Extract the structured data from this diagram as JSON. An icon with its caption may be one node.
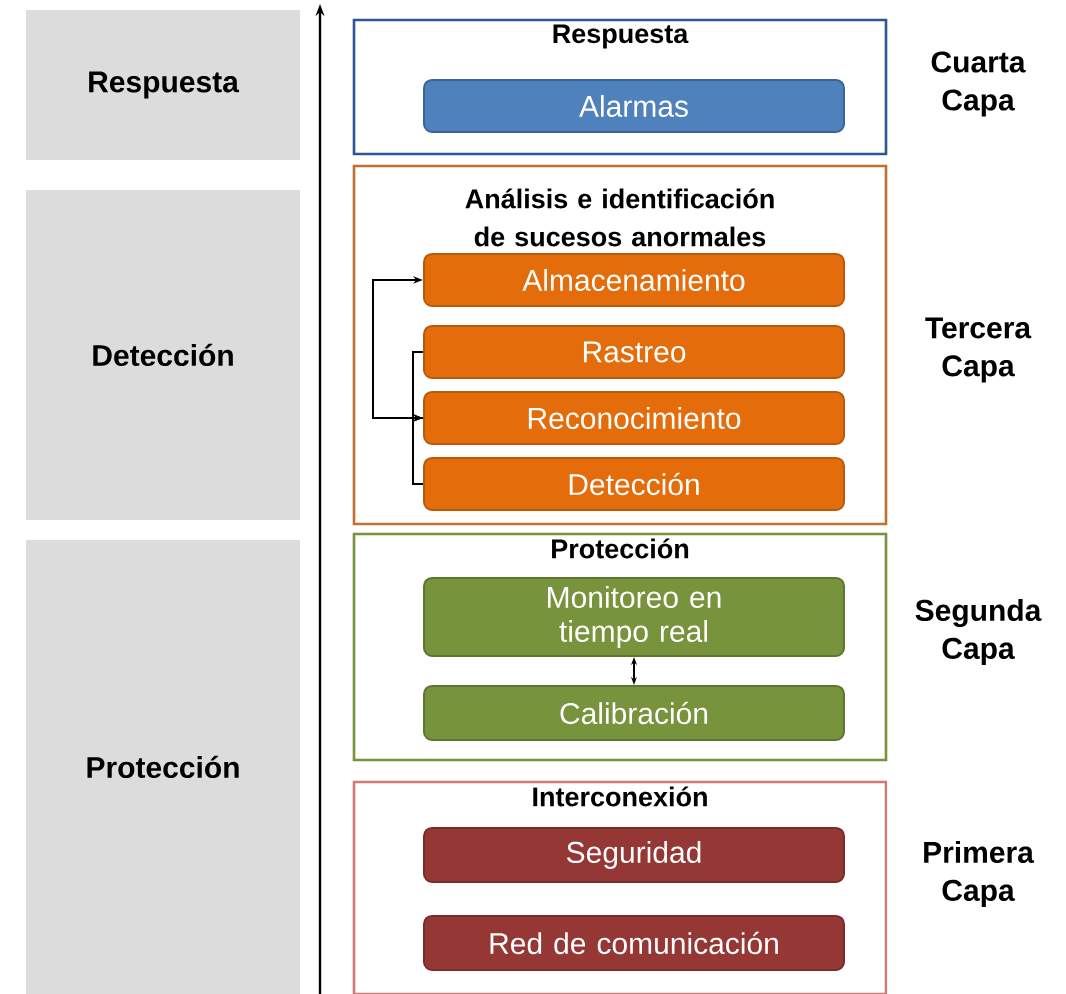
{
  "diagram": {
    "nodes": [
      {
        "text": [
          "Respuesta"
        ]
      },
      {
        "text": [
          "Detección"
        ]
      },
      {
        "text": [
          "Protección"
        ]
      },
      {
        "text": [
          "Respuesta"
        ],
        "beside": [
          "Cuarta Capa"
        ]
      },
      {
        "text": [
          "Alarmas"
        ],
        "in": 3
      },
      {
        "text": [
          "Análisis e identificación de sucesos anormales"
        ],
        "beside": [
          "Tercera Capa"
        ]
      },
      {
        "text": [
          "Almacenamiento"
        ],
        "in": 5
      },
      {
        "text": [
          "Rastreo"
        ],
        "in": 5
      },
      {
        "text": [
          "Reconocimiento"
        ],
        "in": 5
      },
      {
        "text": [
          "Detección"
        ],
        "in": 5
      },
      {
        "text": [
          "Protección"
        ],
        "beside": [
          "Segunda Capa"
        ]
      },
      {
        "text": [
          "Monitoreo en tiempo real"
        ],
        "in": 10
      },
      {
        "text": [
          "Calibración"
        ],
        "in": 10
      },
      {
        "text": [
          "Interconexión"
        ],
        "beside": [
          "Primera Capa"
        ]
      },
      {
        "text": [
          "Seguridad"
        ],
        "in": 13
      },
      {
        "text": [
          "Red de comunicación"
        ],
        "in": 13
      }
    ],
    "edges": [
      {
        "from": 7,
        "to": 8,
        "arrow": "to"
      },
      {
        "from": 9,
        "to": 8,
        "arrow": "to"
      },
      {
        "from": 8,
        "to": 6,
        "arrow": "to"
      },
      {
        "from": 11,
        "to": 12,
        "arrow": "both"
      }
    ]
  }
}
